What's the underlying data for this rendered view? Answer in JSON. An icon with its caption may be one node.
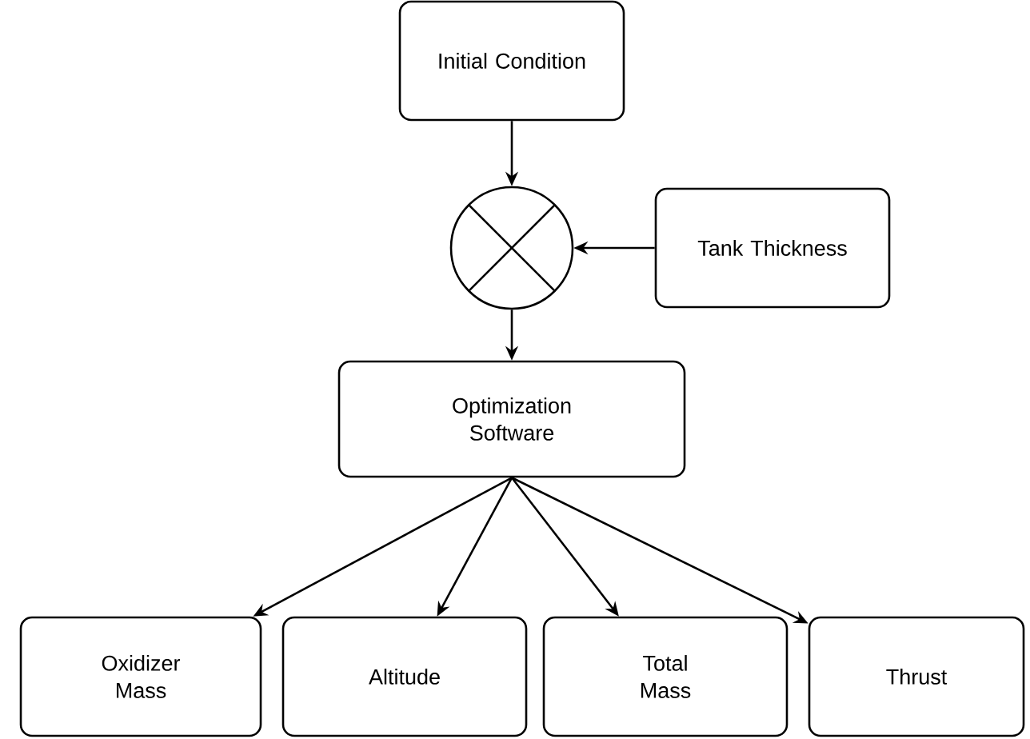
{
  "diagram": {
    "nodes": [
      {
        "text": [
          "Initial Condition"
        ]
      },
      {
        "text": [],
        "shape": "circle"
      },
      {
        "text": [
          "Tank Thickness"
        ]
      },
      {
        "text": [
          "Optimization Software"
        ]
      },
      {
        "text": [
          "Oxidizer Mass"
        ]
      },
      {
        "text": [
          "Altitude"
        ]
      },
      {
        "text": [
          "Total Mass"
        ]
      },
      {
        "text": [
          "Thrust"
        ]
      }
    ],
    "edges": [
      {
        "from": 0,
        "to": 1,
        "arrow": "to"
      },
      {
        "from": 2,
        "to": 1,
        "arrow": "to"
      },
      {
        "from": 1,
        "to": 3,
        "arrow": "to"
      },
      {
        "from": 3,
        "to": 4,
        "arrow": "to"
      },
      {
        "from": 3,
        "to": 5,
        "arrow": "to"
      },
      {
        "from": 3,
        "to": 6,
        "arrow": "to"
      },
      {
        "from": 3,
        "to": 7,
        "arrow": "to"
      }
    ]
  }
}
